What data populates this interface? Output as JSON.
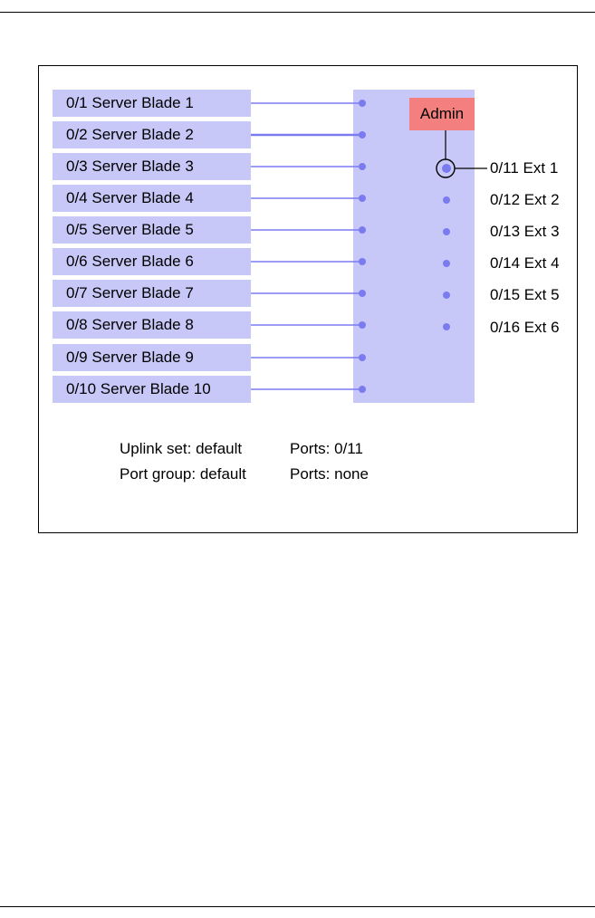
{
  "blades": [
    "0/1 Server Blade 1",
    "0/2 Server Blade 2",
    "0/3 Server Blade 3",
    "0/4 Server Blade 4",
    "0/5 Server Blade 5",
    "0/6 Server Blade 6",
    "0/7 Server Blade 7",
    "0/8 Server Blade 8",
    "0/9 Server Blade 9",
    "0/10 Server Blade 10"
  ],
  "admin_label": "Admin",
  "ext_ports": [
    "0/11 Ext 1",
    "0/12 Ext 2",
    "0/13 Ext 3",
    "0/14 Ext 4",
    "0/15 Ext 5",
    "0/16 Ext 6"
  ],
  "selected_ext_port": "0/11 Ext 1",
  "legend": {
    "uplink_set": "Uplink set: default",
    "uplink_ports": "Ports: 0/11",
    "port_group": "Port group: default",
    "port_group_ports": "Ports: none"
  },
  "colors": {
    "blade_fill": "#c8c8f8",
    "switch_fill": "#c8c8f8",
    "link_line": "#7b7bf0",
    "port_dot": "#7b7bf0",
    "admin_fill": "#f47f7f"
  }
}
